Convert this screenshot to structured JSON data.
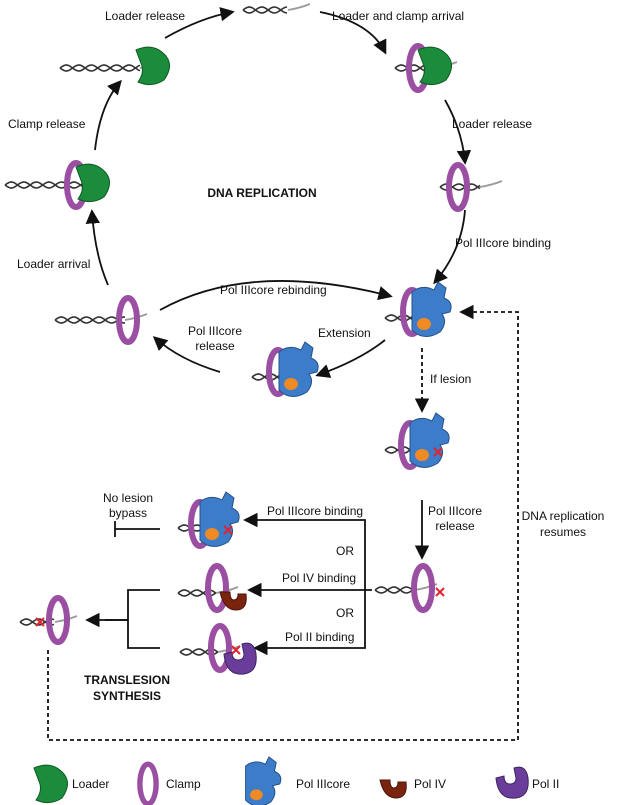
{
  "title": "DNA REPLICATION",
  "tls_line1": "TRANSLESION",
  "tls_line2": "SYNTHESIS",
  "labels": {
    "loader_release_top": "Loader release",
    "loader_and_clamp_arrival": "Loader and clamp arrival",
    "loader_release_right": "Loader release",
    "pol3_binding": "Pol IIIcore binding",
    "clamp_release": "Clamp release",
    "loader_arrival": "Loader arrival",
    "pol3_rebinding": "Pol IIIcore rebinding",
    "extension": "Extension",
    "pol3_release_left_1": "Pol IIIcore",
    "pol3_release_left_2": "release",
    "if_lesion": "If lesion",
    "pol3_release_right_1": "Pol IIIcore",
    "pol3_release_right_2": "release",
    "no_lesion_bypass_1": "No lesion",
    "no_lesion_bypass_2": "bypass",
    "pol3_binding_lesion": "Pol IIIcore binding",
    "or_1": "OR",
    "pol4_binding": "Pol IV binding",
    "or_2": "OR",
    "pol2_binding": "Pol II binding",
    "dna_resumes_1": "DNA replication",
    "dna_resumes_2": "resumes"
  },
  "legend": {
    "loader": "Loader",
    "clamp": "Clamp",
    "pol3": "Pol IIIcore",
    "pol4": "Pol IV",
    "pol2": "Pol II"
  },
  "colors": {
    "loader": "#1a8c3c",
    "clamp": "#9b4fa3",
    "pol3": "#3d7cc9",
    "thumb": "#f08a24",
    "pol4": "#7a2410",
    "pol2": "#6a3d9a",
    "lesion": "#e0242e"
  }
}
